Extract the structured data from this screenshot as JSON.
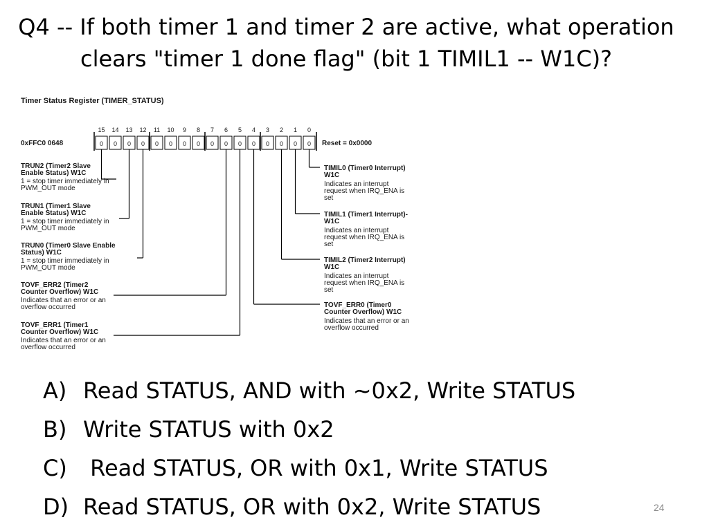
{
  "slide": {
    "question_line1": "Q4 -- If both timer 1 and timer 2 are active, what operation",
    "question_line2": "clears \"timer 1 done flag\" (bit 1 TIMIL1 -- W1C)?",
    "page_number": "24"
  },
  "register": {
    "title": "Timer Status Register (TIMER_STATUS)",
    "address": "0xFFC0 0648",
    "reset": "Reset = 0x0000",
    "bit_numbers": [
      "15",
      "14",
      "13",
      "12",
      "11",
      "10",
      "9",
      "8",
      "7",
      "6",
      "5",
      "4",
      "3",
      "2",
      "1",
      "0"
    ],
    "bit_values": [
      "0",
      "0",
      "0",
      "0",
      "0",
      "0",
      "0",
      "0",
      "0",
      "0",
      "0",
      "0",
      "0",
      "0",
      "0",
      "0"
    ],
    "left_fields": [
      {
        "bit": 15,
        "lines": [
          "TRUN2 (Timer2 Slave",
          "Enable Status) W1C"
        ],
        "desc": [
          "1 = stop timer immediately in",
          "PWM_OUT mode"
        ]
      },
      {
        "bit": 13,
        "lines": [
          "TRUN1 (Timer1 Slave",
          "Enable Status) W1C"
        ],
        "desc": [
          "1 = stop timer immediately in",
          "PWM_OUT mode"
        ]
      },
      {
        "bit": 12,
        "lines": [
          "TRUN0 (Timer0 Slave Enable",
          "Status) W1C"
        ],
        "desc": [
          "1 = stop timer immediately in",
          "PWM_OUT mode"
        ]
      },
      {
        "bit": 6,
        "lines": [
          "TOVF_ERR2 (Timer2",
          "Counter Overflow) W1C"
        ],
        "desc": [
          "Indicates that an error or an",
          "overflow occurred"
        ]
      },
      {
        "bit": 5,
        "lines": [
          "TOVF_ERR1 (Timer1",
          "Counter Overflow) W1C"
        ],
        "desc": [
          "Indicates that an error or an",
          "overflow occurred"
        ]
      }
    ],
    "right_fields": [
      {
        "bit": 0,
        "lines": [
          "TIMIL0 (Timer0 Interrupt)",
          "W1C"
        ],
        "desc": [
          "Indicates an interrupt",
          "request when IRQ_ENA is",
          "set"
        ]
      },
      {
        "bit": 1,
        "lines": [
          "TIMIL1 (Timer1 Interrupt)-",
          "W1C"
        ],
        "desc": [
          "Indicates an interrupt",
          "request when IRQ_ENA is",
          "set"
        ]
      },
      {
        "bit": 2,
        "lines": [
          "TIMIL2 (Timer2 Interrupt)",
          "W1C"
        ],
        "desc": [
          "Indicates an interrupt",
          "request when IRQ_ENA is",
          "set"
        ]
      },
      {
        "bit": 4,
        "lines": [
          "TOVF_ERR0 (Timer0",
          "Counter Overflow) W1C"
        ],
        "desc": [
          "Indicates that an error or an",
          "overflow occurred"
        ]
      }
    ]
  },
  "choices": [
    {
      "letter": "A)",
      "text": "Read STATUS, AND with ~0x2, Write STATUS"
    },
    {
      "letter": "B)",
      "text": "Write STATUS with 0x2"
    },
    {
      "letter": "C)",
      "text": " Read STATUS, OR with 0x1, Write STATUS"
    },
    {
      "letter": "D)",
      "text": "Read STATUS, OR with 0x2, Write STATUS"
    }
  ]
}
